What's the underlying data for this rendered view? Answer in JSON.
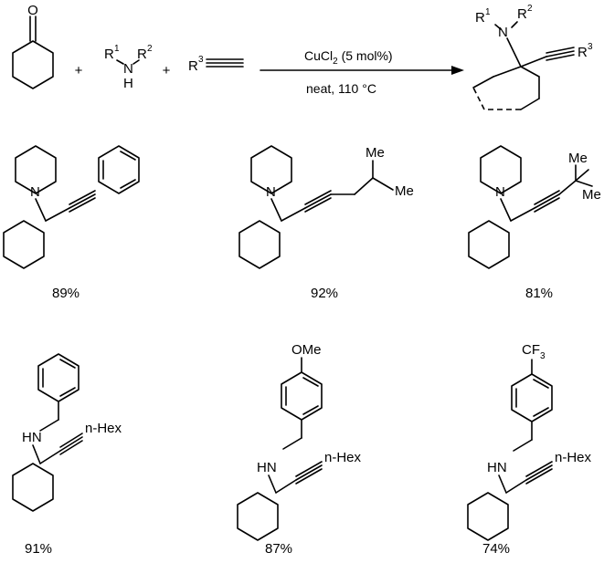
{
  "reaction": {
    "plus": "+",
    "amine": {
      "r1": "R",
      "r1_sup": "1",
      "n": "N",
      "h": "H",
      "r2": "R",
      "r2_sup": "2"
    },
    "alkyne": {
      "r3": "R",
      "r3_sup": "3"
    },
    "conditions_top": {
      "a": "CuCl",
      "sub": "2",
      "b": " (5 mol%)"
    },
    "conditions_bottom": "neat, 110 °C",
    "product": {
      "r1": "R",
      "r1_sup": "1",
      "r2": "R",
      "r2_sup": "2",
      "n": "N",
      "r3": "R",
      "r3_sup": "3"
    }
  },
  "examples": [
    {
      "yield": "89%"
    },
    {
      "yield": "92%",
      "sub_a": "Me",
      "sub_b": "Me"
    },
    {
      "yield": "81%",
      "sub_a": "Me",
      "sub_b": "Me"
    },
    {
      "yield": "91%",
      "nh": "HN",
      "chain": "n-Hex"
    },
    {
      "yield": "87%",
      "nh": "HN",
      "chain": "n-Hex",
      "top": "OMe"
    },
    {
      "yield": "74%",
      "nh": "HN",
      "chain": "n-Hex",
      "top_a": "CF",
      "top_sub": "3"
    }
  ]
}
